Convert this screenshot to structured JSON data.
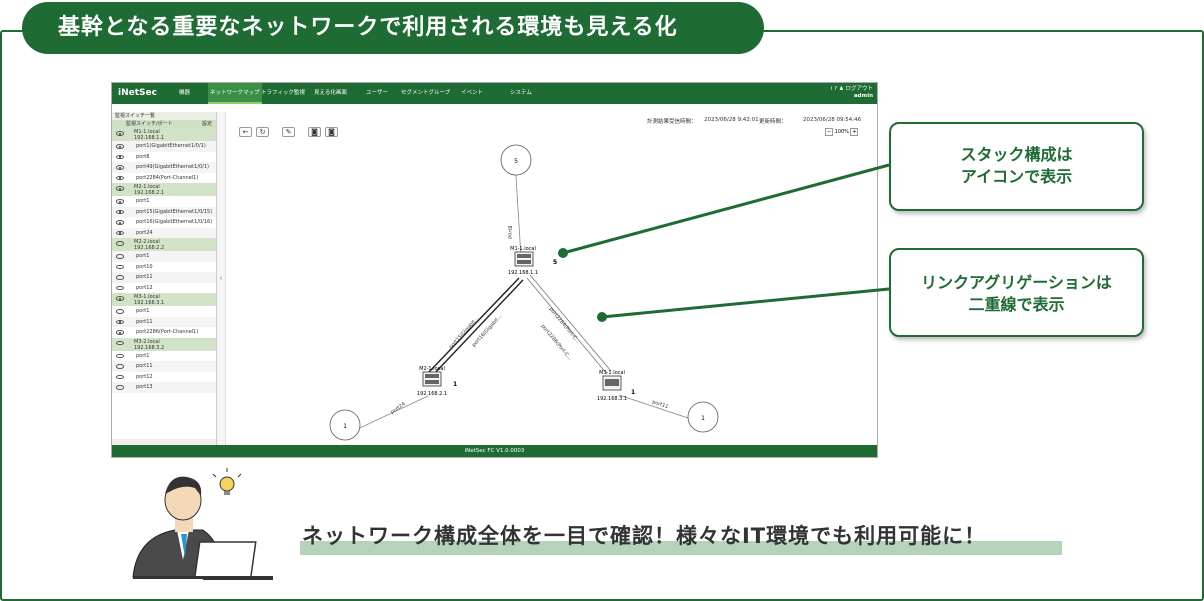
{
  "header": {
    "title": "基幹となる重要なネットワークで利用される環境も見える化"
  },
  "app": {
    "logo": "iNetSec",
    "nav": [
      "機器",
      "ネットワークマップ",
      "トラフィック監視",
      "見える化画面",
      "ユーザー",
      "セグメントグループ",
      "イベント",
      "システム"
    ],
    "user": {
      "icons": "i ? ♟ ログアウト",
      "name": "admin"
    },
    "sidebar": {
      "heading": "監視スイッチ一覧",
      "subheading": "監視スイッチ/ポート",
      "subheading_right": "設定",
      "rows": [
        {
          "type": "group",
          "label": "M1-1.local",
          "ip": "192.168.1.1",
          "on": true
        },
        {
          "type": "port",
          "label": "port1(GigabitEthernet1/0/1)",
          "on": true
        },
        {
          "type": "port",
          "label": "port8",
          "on": true
        },
        {
          "type": "port",
          "label": "port49(GigabitEthernet1/0/1)",
          "on": true
        },
        {
          "type": "port",
          "label": "port2284(Port-Channel1)",
          "on": true
        },
        {
          "type": "group",
          "label": "M2-1.local",
          "ip": "192.168.2.1",
          "on": true
        },
        {
          "type": "port",
          "label": "port1",
          "on": true
        },
        {
          "type": "port",
          "label": "port15(GigabitEthernet1/0/15)",
          "on": true
        },
        {
          "type": "port",
          "label": "port16(GigabitEthernet1/0/16)",
          "on": true
        },
        {
          "type": "port",
          "label": "port24",
          "on": true
        },
        {
          "type": "group",
          "label": "M2-2.local",
          "ip": "192.168.2.2",
          "on": false
        },
        {
          "type": "port",
          "label": "port1",
          "on": false
        },
        {
          "type": "port",
          "label": "port10",
          "on": false
        },
        {
          "type": "port",
          "label": "port11",
          "on": false
        },
        {
          "type": "port",
          "label": "port12",
          "on": false
        },
        {
          "type": "group",
          "label": "M3-1.local",
          "ip": "192.168.3.1",
          "on": true
        },
        {
          "type": "port",
          "label": "port1",
          "on": false
        },
        {
          "type": "port",
          "label": "port11",
          "on": true
        },
        {
          "type": "port",
          "label": "port2286(Port-Channel1)",
          "on": true
        },
        {
          "type": "group",
          "label": "M3-2.local",
          "ip": "192.168.3.2",
          "on": false
        },
        {
          "type": "port",
          "label": "port1",
          "on": false
        },
        {
          "type": "port",
          "label": "port11",
          "on": false
        },
        {
          "type": "port",
          "label": "port12",
          "on": false
        },
        {
          "type": "port",
          "label": "port13",
          "on": false
        }
      ]
    },
    "info": {
      "measure_label": "計測結果受信時間：",
      "measure_time": "2023/06/28 9:42:01",
      "update_label": "更新時間：",
      "update_time": "2023/06/28 09:54:46"
    },
    "zoom": "100%",
    "map": {
      "nodes": [
        {
          "name": "M1-1.local",
          "ip": "192.168.1.1",
          "count": "5"
        },
        {
          "name": "M2-1.local",
          "ip": "192.168.2.1",
          "count": "1"
        },
        {
          "name": "M3-1.local",
          "ip": "192.168.3.1",
          "count": "1"
        }
      ],
      "bubbles": [
        "5",
        "1",
        "1"
      ],
      "links": [
        "port8",
        "port15(Gigabit...",
        "port16(Gigabit...",
        "port2284(Port-C...",
        "port2286(Port-C...",
        "port24",
        "port11"
      ]
    },
    "footer": "iNetSec FC V1.0.0003"
  },
  "callouts": {
    "stack": [
      "スタック構成は",
      "アイコンで表示"
    ],
    "lag": [
      "リンクアグリゲーションは",
      "二重線で表示"
    ]
  },
  "tagline": "ネットワーク構成全体を一目で確認！様々なIT環境でも利用可能に！",
  "colors": {
    "brand": "#1e6b34",
    "accent": "#b5d3b9"
  }
}
